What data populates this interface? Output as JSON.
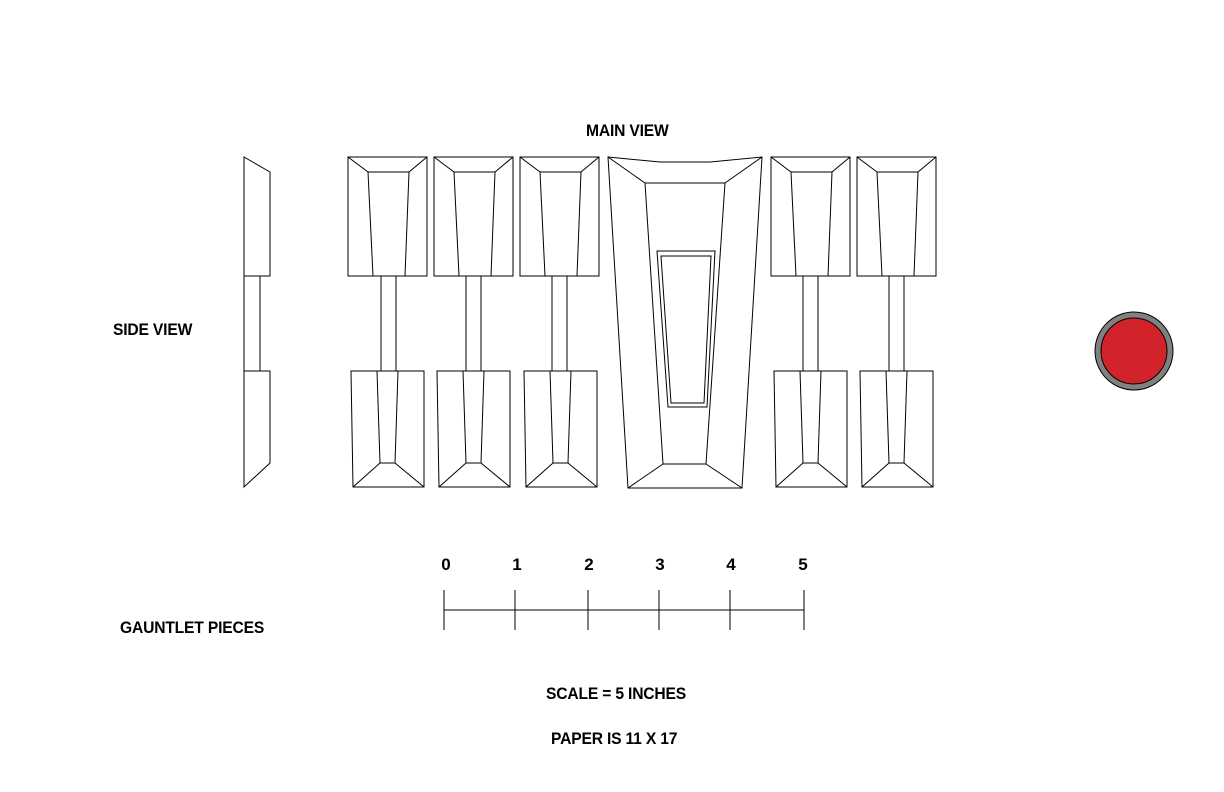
{
  "labels": {
    "main_view": "MAIN VIEW",
    "side_view": "SIDE VIEW",
    "gauntlet_pieces": "GAUNTLET PIECES",
    "scale_note": "SCALE = 5 INCHES",
    "paper_note": "PAPER IS 11 X 17"
  },
  "scale_bar": {
    "ticks": [
      "0",
      "1",
      "2",
      "3",
      "4",
      "5"
    ]
  },
  "colors": {
    "line": "#000000",
    "button_fill": "#d3232a",
    "button_ring": "#808080"
  }
}
